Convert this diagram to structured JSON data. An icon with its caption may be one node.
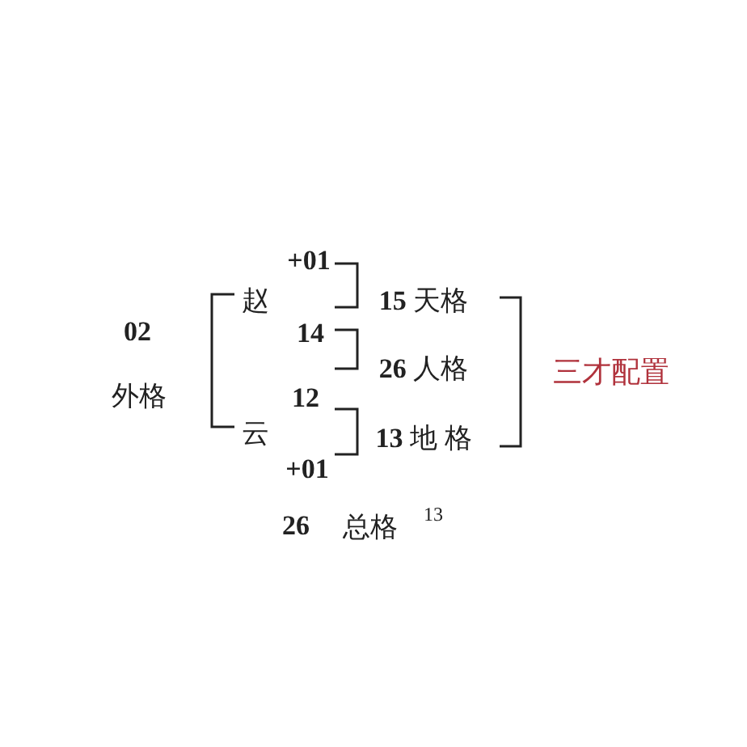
{
  "diagram": {
    "labels": [
      "+01",
      "赵",
      "**15** 天格",
      "02",
      "14",
      "**26** 人格",
      "三才配置",
      "外格",
      "12",
      "云",
      "**13** 地 格",
      "+01",
      "26",
      "总格",
      "13"
    ]
  }
}
